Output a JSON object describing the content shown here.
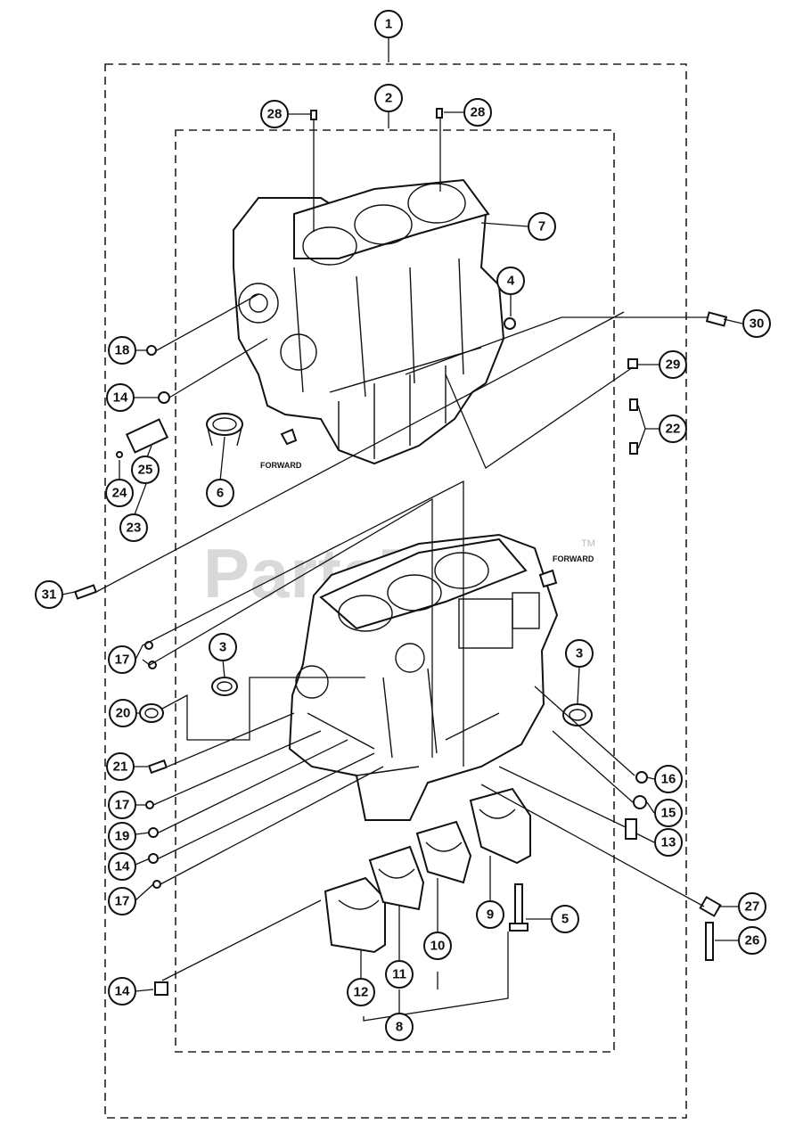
{
  "watermark": {
    "text": "PartsTree",
    "tm": "TM"
  },
  "labels": {
    "forward_top": "FORWARD",
    "forward_bottom": "FORWARD"
  },
  "callouts": [
    "1",
    "2",
    "28",
    "28",
    "7",
    "4",
    "30",
    "29",
    "22",
    "18",
    "14",
    "25",
    "24",
    "23",
    "6",
    "31",
    "17",
    "3",
    "3",
    "20",
    "21",
    "17",
    "19",
    "14",
    "17",
    "16",
    "15",
    "13",
    "5",
    "9",
    "10",
    "11",
    "12",
    "8",
    "14",
    "27",
    "26"
  ]
}
